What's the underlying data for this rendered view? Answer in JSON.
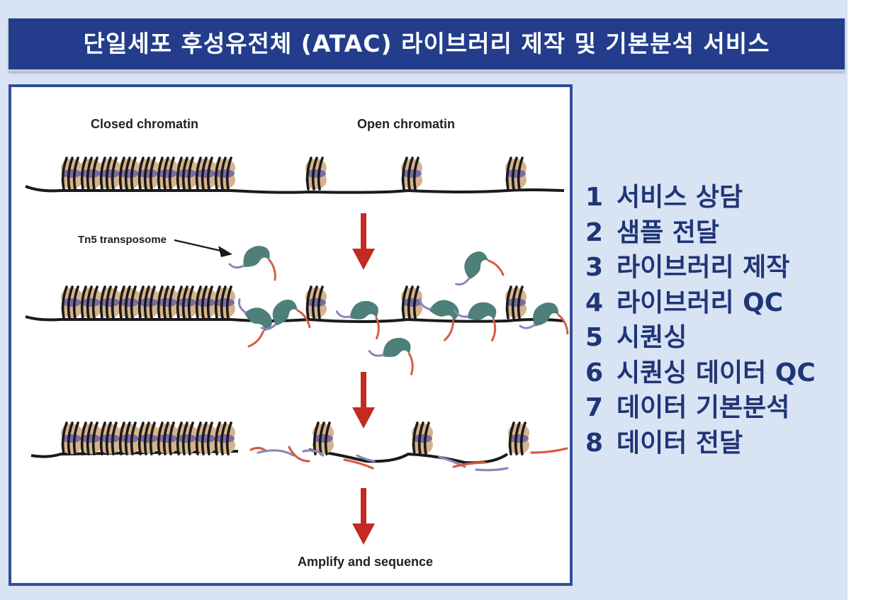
{
  "title": "단일세포 후성유전체 (ATAC) 라이브러리 제작 및 기본분석 서비스",
  "figure": {
    "labels": {
      "closed": "Closed chromatin",
      "open": "Open chromatin",
      "tn5": "Tn5 transposome",
      "amplify": "Amplify and sequence"
    },
    "colors": {
      "histone": "#d6b48a",
      "histone_core": "#7b6aa8",
      "dna": "#1a1a1a",
      "transposase": "#4e7f79",
      "adapter_red": "#d95a45",
      "adapter_blue": "#8a86bd",
      "arrow": "#c32a22"
    }
  },
  "steps": [
    {
      "num": "1",
      "label": "서비스 상담"
    },
    {
      "num": "2",
      "label": "샘플 전달"
    },
    {
      "num": "3",
      "label": "라이브러리 제작"
    },
    {
      "num": "4",
      "label": "라이브러리 QC"
    },
    {
      "num": "5",
      "label": "시퀀싱"
    },
    {
      "num": "6",
      "label": "시퀀싱 데이터 QC"
    },
    {
      "num": "7",
      "label": "데이터 기본분석"
    },
    {
      "num": "8",
      "label": "데이터 전달"
    }
  ]
}
